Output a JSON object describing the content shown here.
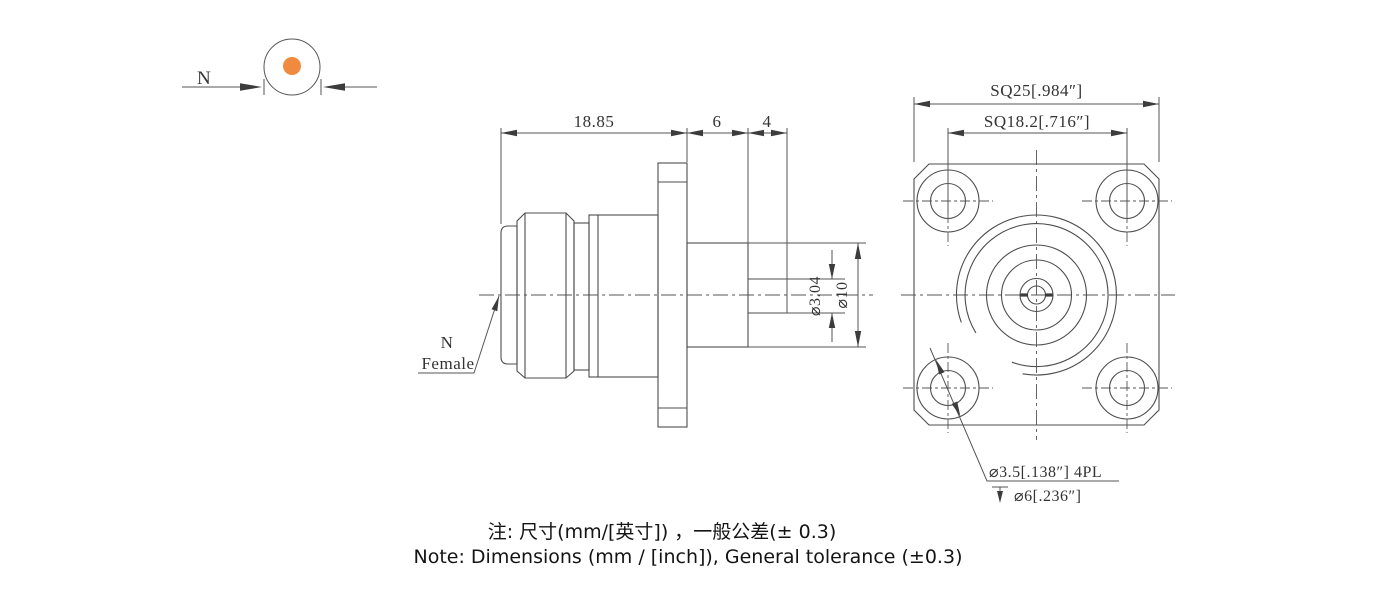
{
  "colors": {
    "line": "#4d4d4d",
    "dimension_text": "#333333",
    "accent_dot": "#EF8A3E"
  },
  "schematic_symbol": {
    "label": "N"
  },
  "side_view": {
    "label": {
      "line1": "N",
      "line2": "Female"
    },
    "dims": {
      "body_length": "18.85",
      "rear_cylinder_length": "6",
      "rear_pin_length": "4",
      "rear_pin_diameter": "⌀3.04",
      "rear_cylinder_diameter": "⌀10"
    }
  },
  "front_view": {
    "dims": {
      "flange_square": "SQ25[.984″]",
      "hole_spacing_square": "SQ18.2[.716″]",
      "mount_hole_diameter": "⌀3.5[.138″] 4PL",
      "counterbore_diameter": "⌀6[.236″]"
    }
  },
  "notes": {
    "cn": "注: 尺寸(mm/[英寸]) ，一般公差(± 0.3)",
    "en": "Note: Dimensions (mm / [inch]), General tolerance (±0.3)"
  }
}
